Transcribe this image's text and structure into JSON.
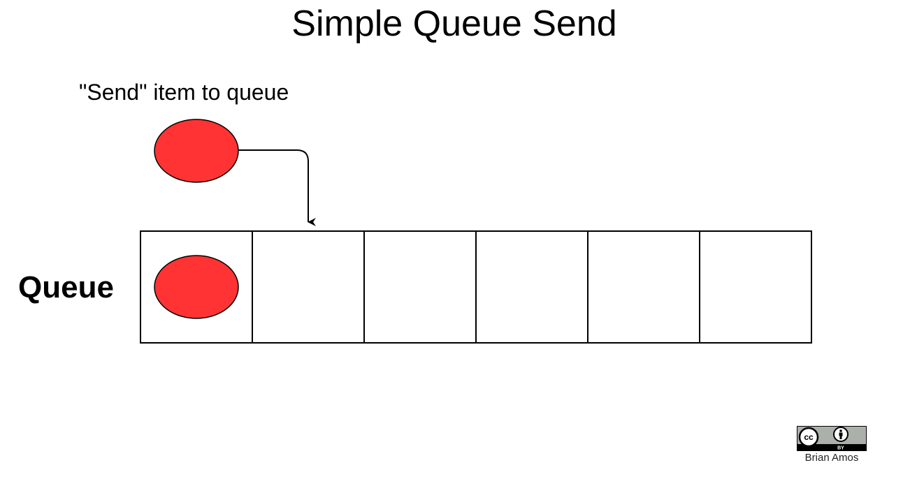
{
  "title": "Simple Queue Send",
  "send_label": "\"Send\" item to queue",
  "queue_label": "Queue",
  "queue": {
    "slot_count": 6,
    "filled_slots": [
      0
    ]
  },
  "item_color": "#FF3333",
  "license": {
    "icons": [
      "cc-icon",
      "by-person-icon"
    ],
    "badge_text": "BY",
    "author": "Brian Amos"
  }
}
